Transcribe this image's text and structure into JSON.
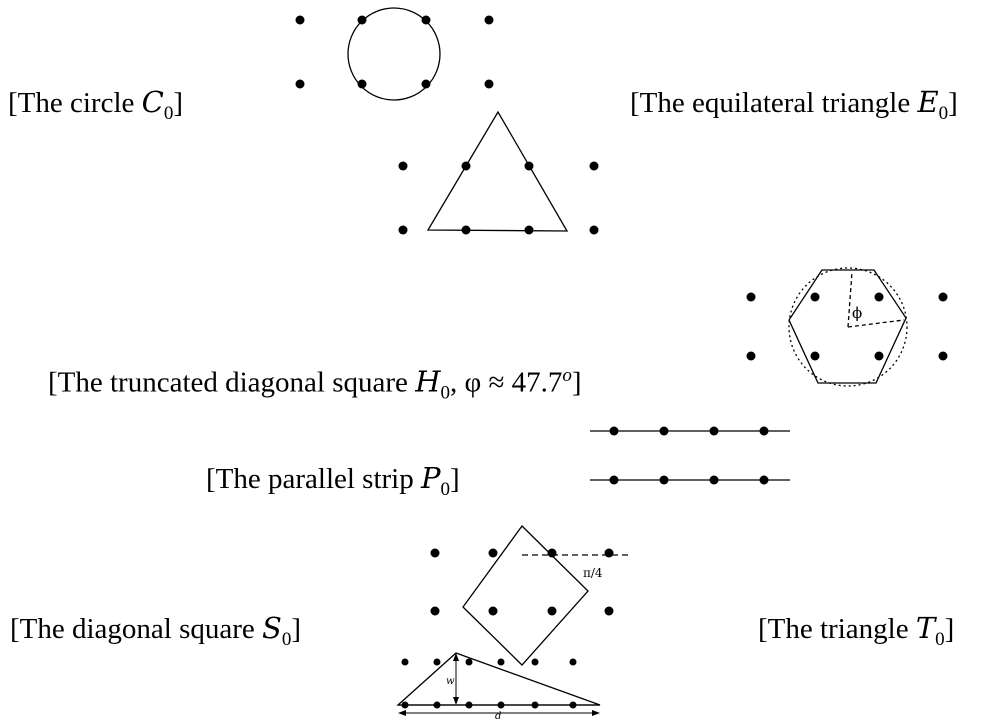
{
  "captions": {
    "circle": {
      "text": "[The circle ",
      "sym": "C",
      "sub": "0",
      "tail": "]"
    },
    "equilateral": {
      "text": "[The equilateral triangle ",
      "sym": "E",
      "sub": "0",
      "tail": "]"
    },
    "truncated": {
      "text": "[The truncated diagonal square ",
      "sym": "H",
      "sub": "0",
      "mid": ", φ ≈ 47.7",
      "sup": "o",
      "tail": "]"
    },
    "parallel": {
      "text": "[The parallel strip ",
      "sym": "P",
      "sub": "0",
      "tail": "]"
    },
    "diagonal": {
      "text": "[The diagonal square ",
      "sym": "S",
      "sub": "0",
      "tail": "]"
    },
    "triangle": {
      "text": "[The triangle ",
      "sym": "T",
      "sub": "0",
      "tail": "]"
    }
  },
  "labels": {
    "phi": "ϕ",
    "pi_over_4": "π/4",
    "w": "w",
    "d": "d"
  }
}
